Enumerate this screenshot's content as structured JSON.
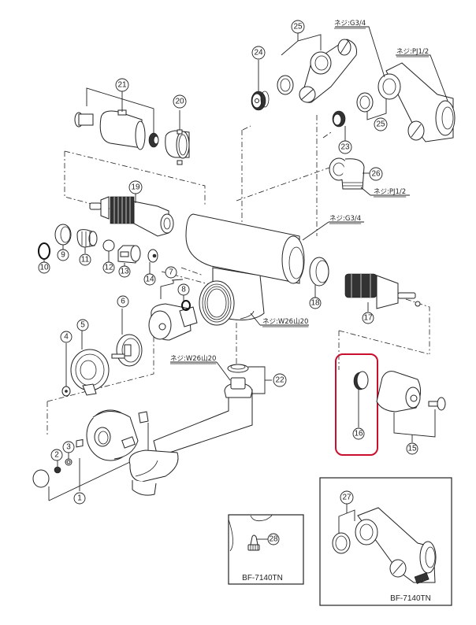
{
  "diagram": {
    "type": "exploded-parts-view",
    "highlight_color": "#c8102e",
    "line_color": "#222222",
    "highlighted_part": "16",
    "parts": [
      {
        "id": "p1",
        "number": "1"
      },
      {
        "id": "p2",
        "number": "2"
      },
      {
        "id": "p3",
        "number": "3"
      },
      {
        "id": "p4",
        "number": "4"
      },
      {
        "id": "p5",
        "number": "5"
      },
      {
        "id": "p6",
        "number": "6"
      },
      {
        "id": "p7",
        "number": "7"
      },
      {
        "id": "p8",
        "number": "8"
      },
      {
        "id": "p9",
        "number": "9"
      },
      {
        "id": "p10",
        "number": "10"
      },
      {
        "id": "p11",
        "number": "11"
      },
      {
        "id": "p12",
        "number": "12"
      },
      {
        "id": "p13",
        "number": "13"
      },
      {
        "id": "p14",
        "number": "14"
      },
      {
        "id": "p15",
        "number": "15"
      },
      {
        "id": "p16",
        "number": "16"
      },
      {
        "id": "p17",
        "number": "17"
      },
      {
        "id": "p18",
        "number": "18"
      },
      {
        "id": "p19",
        "number": "19"
      },
      {
        "id": "p20",
        "number": "20"
      },
      {
        "id": "p21",
        "number": "21"
      },
      {
        "id": "p22",
        "number": "22"
      },
      {
        "id": "p23",
        "number": "23"
      },
      {
        "id": "p24",
        "number": "24"
      },
      {
        "id": "p25a",
        "number": "25"
      },
      {
        "id": "p25b",
        "number": "25"
      },
      {
        "id": "p26",
        "number": "26"
      },
      {
        "id": "p27",
        "number": "27"
      },
      {
        "id": "p28",
        "number": "28"
      }
    ],
    "thread_labels": {
      "g34_top": "ネジ:G3/4",
      "pj12_top": "ネジ:PJ1/2",
      "pj12_elbow": "ネジ:PJ1/2",
      "g34_body": "ネジ:G3/4",
      "w26_body": "ネジ:W26山20",
      "w26_spout": "ネジ:W26山20"
    },
    "insets": {
      "small": {
        "model": "BF-7140TN"
      },
      "large": {
        "model": "BF-7140TN"
      }
    }
  }
}
